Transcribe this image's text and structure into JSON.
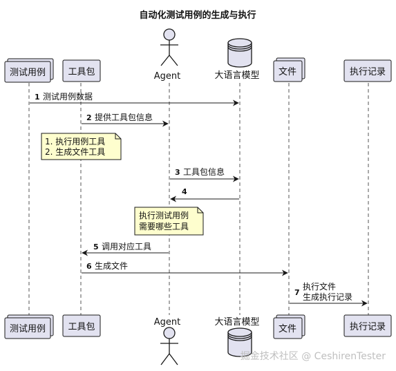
{
  "title": "自动化测试用例的生成与执行",
  "participants": [
    {
      "id": "testcase",
      "label": "测试用例",
      "kind": "collections"
    },
    {
      "id": "toolkit",
      "label": "工具包",
      "kind": "participant"
    },
    {
      "id": "agent",
      "label": "Agent",
      "kind": "actor"
    },
    {
      "id": "llm",
      "label": "大语言模型",
      "kind": "database"
    },
    {
      "id": "file",
      "label": "文件",
      "kind": "collections"
    },
    {
      "id": "log",
      "label": "执行记录",
      "kind": "participant"
    }
  ],
  "messages": [
    {
      "num": "1",
      "from": "testcase",
      "to": "llm",
      "lines": [
        "测试用例数据"
      ]
    },
    {
      "num": "2",
      "from": "toolkit",
      "to": "agent",
      "lines": [
        "提供工具包信息"
      ]
    },
    {
      "num": "3",
      "from": "agent",
      "to": "llm",
      "lines": [
        "工具包信息"
      ]
    },
    {
      "num": "4",
      "from": "llm",
      "to": "agent",
      "lines": [
        ""
      ]
    },
    {
      "num": "5",
      "from": "agent",
      "to": "toolkit",
      "lines": [
        "调用对应工具"
      ]
    },
    {
      "num": "6",
      "from": "toolkit",
      "to": "file",
      "lines": [
        "生成文件"
      ]
    },
    {
      "num": "7",
      "from": "file",
      "to": "log",
      "lines": [
        "执行文件",
        "生成执行记录"
      ]
    }
  ],
  "notes": [
    {
      "over": "toolkit",
      "lines": [
        "1. 执行用例工具",
        "2. 生成文件工具"
      ]
    },
    {
      "over": "agent",
      "lines": [
        "执行测试用例",
        "需要哪些工具"
      ]
    }
  ],
  "watermark": "掘金技术社区 @ CeshirenTester",
  "colors": {
    "box_fill": "#e2e2f0",
    "box_stroke": "#181818",
    "note_fill": "#fefece",
    "lifeline": "#555555",
    "arrow": "#181818"
  }
}
